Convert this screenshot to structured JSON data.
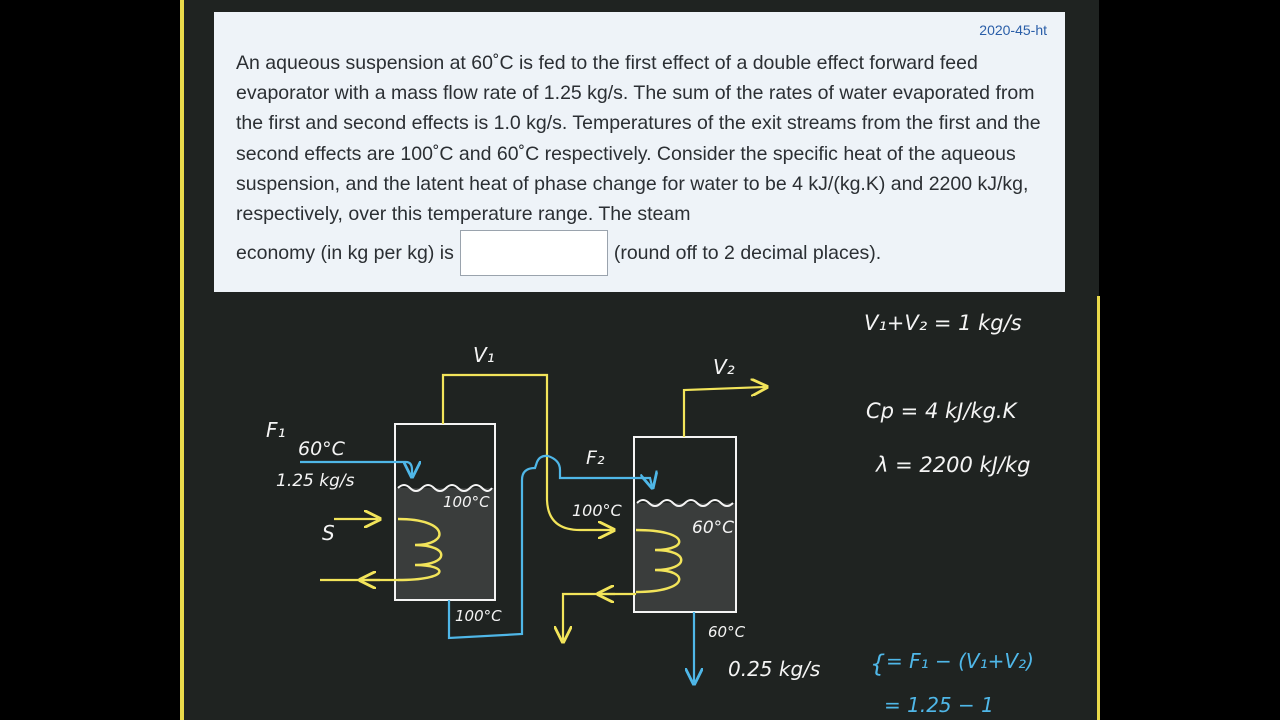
{
  "question": {
    "id_label": "2020-45-ht",
    "text": "An aqueous suspension at 60˚C is fed to the first effect of a double effect forward feed evaporator with a mass flow rate of 1.25 kg/s. The sum of the rates of water evaporated from the first and second effects is 1.0 kg/s. Temperatures of the exit streams from the first and the second effects are 100˚C and 60˚C respectively. Consider the specific heat of the aqueous suspension, and the latent heat of phase change for water to be 4 kJ/(kg.K) and 2200 kJ/kg, respectively, over this temperature range. The steam",
    "before_input": "economy (in kg per kg) is",
    "after_input": "(round off to 2 decimal places).",
    "answer_value": ""
  },
  "notes": {
    "v_sum": "V₁+V₂ = 1 kg/s",
    "cp": "Cp = 4 kJ/kg.K",
    "lambda": "λ = 2200 kJ/kg",
    "product_rate": "0.25 kg/s",
    "mass_balance_1": "= F₁ − (V₁+V₂)",
    "mass_balance_2": "= 1.25 − 1"
  },
  "diagram": {
    "v1": "V₁",
    "v2": "V₂",
    "f1": "F₁",
    "f2": "F₂",
    "feed_temp": "60°C",
    "feed_rate": "1.25 kg/s",
    "steam": "S",
    "effect1_temp": "100°C",
    "effect1_out_temp": "100°C",
    "effect1_bottom_temp": "100°C",
    "effect2_temp": "60°C",
    "effect2_bottom_temp": "60°C"
  },
  "colors": {
    "yellow": "#f2e45a",
    "blue": "#4fb7e8",
    "white": "#f4f4f4"
  }
}
